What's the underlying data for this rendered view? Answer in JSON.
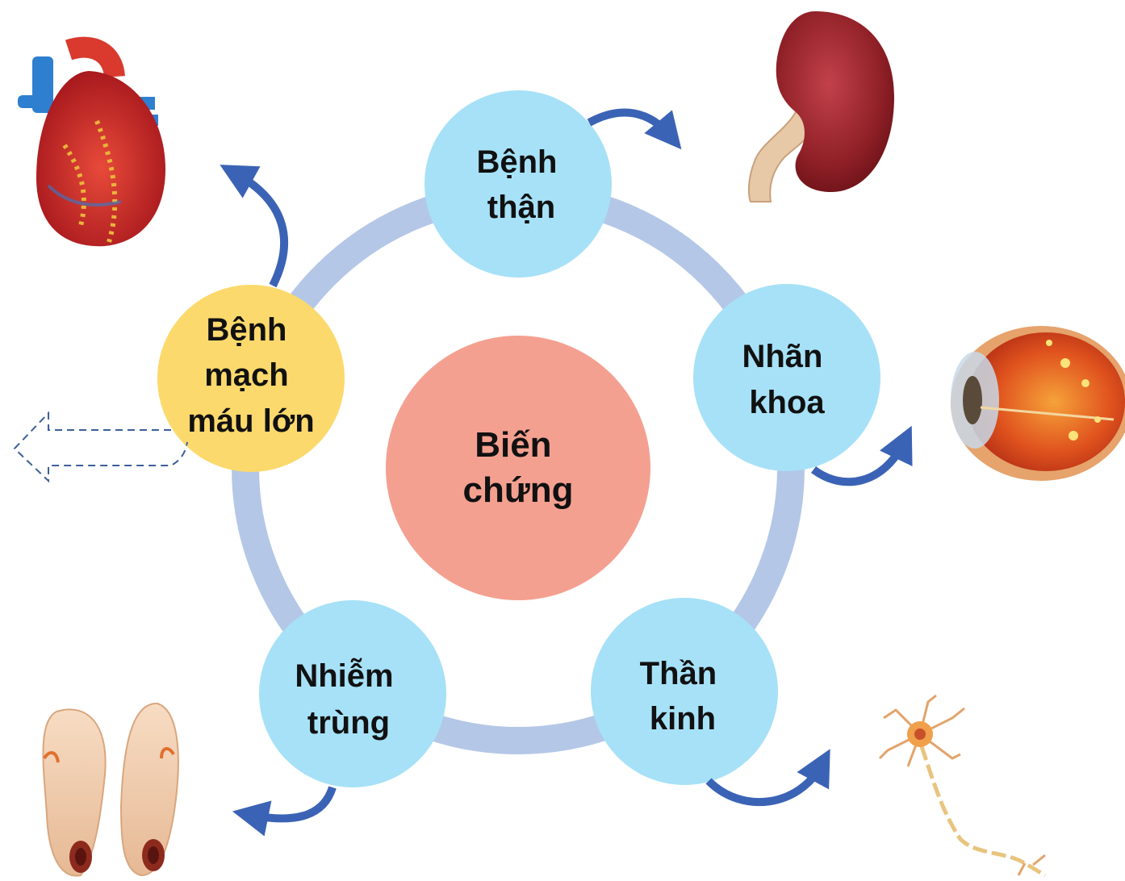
{
  "center": {
    "lines": [
      "Biến",
      "chứng"
    ]
  },
  "nodes": [
    {
      "id": "kidney",
      "lines": [
        "Bệnh",
        "thận"
      ],
      "image": "kidney-image"
    },
    {
      "id": "eye",
      "lines": [
        "Nhãn",
        "khoa"
      ],
      "image": "eye-image"
    },
    {
      "id": "nerve",
      "lines": [
        "Thần",
        "kinh"
      ],
      "image": "neuron-image"
    },
    {
      "id": "infection",
      "lines": [
        "Nhiễm",
        "trùng"
      ],
      "image": "feet-image"
    },
    {
      "id": "macrovascular",
      "lines": [
        "Bệnh",
        "mạch",
        "máu lớn"
      ],
      "image": "heart-image"
    }
  ],
  "colors": {
    "ring": "#b4c7e7",
    "center_fill": "#f4a090",
    "node_fill": "#a6e1f7",
    "highlight_fill": "#fcd96c",
    "arrow": "#3b63b5",
    "dashed_arrow": "#3d5f99",
    "text": "#111111"
  }
}
